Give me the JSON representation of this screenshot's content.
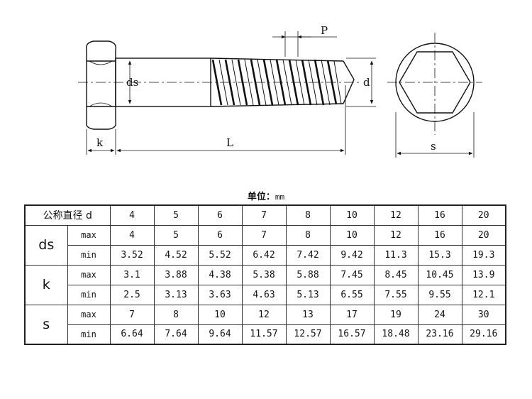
{
  "drawing": {
    "labels": {
      "ds": "ds",
      "d": "d",
      "p": "P",
      "k": "k",
      "l": "L",
      "s": "s"
    }
  },
  "unit": {
    "label": "单位：",
    "value": "mm"
  },
  "table": {
    "header_label": "公称直径 d",
    "diameters": [
      "4",
      "5",
      "6",
      "7",
      "8",
      "10",
      "12",
      "16",
      "20"
    ],
    "groups": [
      {
        "param": "ds",
        "rows": [
          {
            "label": "max",
            "values": [
              "4",
              "5",
              "6",
              "7",
              "8",
              "10",
              "12",
              "16",
              "20"
            ]
          },
          {
            "label": "min",
            "values": [
              "3.52",
              "4.52",
              "5.52",
              "6.42",
              "7.42",
              "9.42",
              "11.3",
              "15.3",
              "19.3"
            ]
          }
        ]
      },
      {
        "param": "k",
        "rows": [
          {
            "label": "max",
            "values": [
              "3.1",
              "3.88",
              "4.38",
              "5.38",
              "5.88",
              "7.45",
              "8.45",
              "10.45",
              "13.9"
            ]
          },
          {
            "label": "min",
            "values": [
              "2.5",
              "3.13",
              "3.63",
              "4.63",
              "5.13",
              "6.55",
              "7.55",
              "9.55",
              "12.1"
            ]
          }
        ]
      },
      {
        "param": "s",
        "rows": [
          {
            "label": "max",
            "values": [
              "7",
              "8",
              "10",
              "12",
              "13",
              "17",
              "19",
              "24",
              "30"
            ]
          },
          {
            "label": "min",
            "values": [
              "6.64",
              "7.64",
              "9.64",
              "11.57",
              "12.57",
              "16.57",
              "18.48",
              "23.16",
              "29.16"
            ]
          }
        ]
      }
    ]
  }
}
